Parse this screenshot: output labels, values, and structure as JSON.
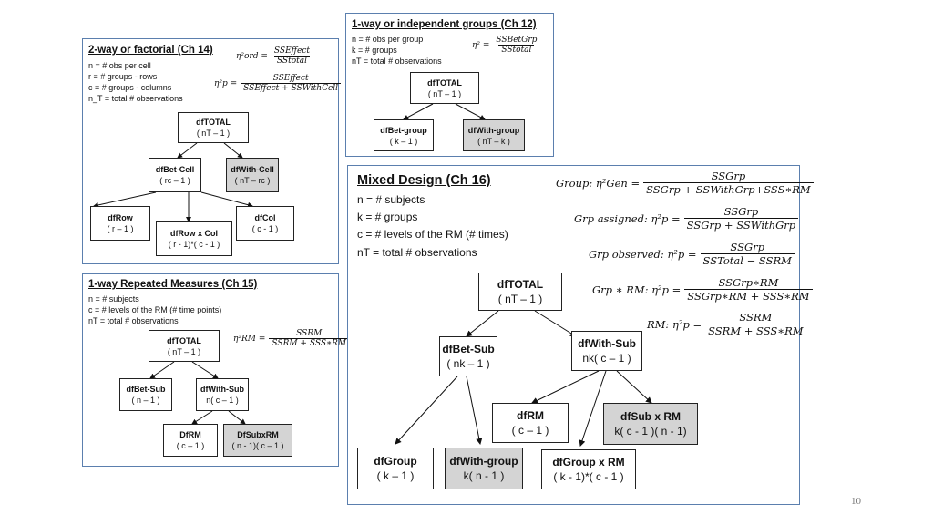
{
  "panel_factorial": {
    "title": "2-way or factorial (Ch 14)",
    "defs": [
      "n = # obs per cell",
      "r = # groups - rows",
      "c = # groups - columns",
      "n_T = total # observations"
    ],
    "eq1": {
      "lhs": "η²ord =",
      "num": "SSEffect",
      "den": "SStotal"
    },
    "eq2": {
      "lhs": "η²p =",
      "num": "SSEffect",
      "den": "SSEffect + SSWithCell"
    },
    "boxes": {
      "total": {
        "name": "dfTOTAL",
        "formula": "( nT – 1 )"
      },
      "betcell": {
        "name": "dfBet-Cell",
        "formula": "( rc – 1 )"
      },
      "withcell": {
        "name": "dfWith-Cell",
        "formula": "( nT – rc )"
      },
      "row": {
        "name": "dfRow",
        "formula": "( r – 1 )"
      },
      "rowcol": {
        "name": "dfRow x Col",
        "formula": "( r - 1)*( c - 1 )"
      },
      "col": {
        "name": "dfCol",
        "formula": "( c - 1 )"
      }
    }
  },
  "panel_oneway": {
    "title": "1-way or independent groups (Ch 12)",
    "defs": [
      "n = # obs per group",
      "k = # groups",
      "nT = total # observations"
    ],
    "eq1": {
      "lhs": "η² =",
      "num": "SSBetGrp",
      "den": "SStotal"
    },
    "boxes": {
      "total": {
        "name": "dfTOTAL",
        "formula": "( nT – 1 )"
      },
      "betgroup": {
        "name": "dfBet-group",
        "formula": "( k – 1 )"
      },
      "withgroup": {
        "name": "dfWith-group",
        "formula": "( nT – k )"
      }
    }
  },
  "panel_rm": {
    "title": "1-way Repeated Measures (Ch 15)",
    "defs": [
      "n = # subjects",
      "c = # levels of the RM (# time points)",
      "nT = total # observations"
    ],
    "eq1": {
      "lhs": "η²RM =",
      "num": "SSRM",
      "den": "SSRM + SSS∗RM"
    },
    "boxes": {
      "total": {
        "name": "dfTOTAL",
        "formula": "( nT – 1 )"
      },
      "betsub": {
        "name": "dfBet-Sub",
        "formula": "( n – 1 )"
      },
      "withsub": {
        "name": "dfWith-Sub",
        "formula": "n( c – 1 )"
      },
      "rm": {
        "name": "DfRM",
        "formula": "( c – 1 )"
      },
      "subxrm": {
        "name": "DfSubxRM",
        "formula": "( n - 1)( c – 1 )"
      }
    }
  },
  "panel_mixed": {
    "title": "Mixed Design (Ch 16)",
    "defs": [
      "n = # subjects",
      "k = # groups",
      "c = # levels of the RM (# times)",
      "nT = total # observations"
    ],
    "eqs": [
      {
        "lhs": "Group: η²Gen =",
        "num": "SSGrp",
        "den": "SSGrp + SSWithGrp+SSS∗RM"
      },
      {
        "lhs": "Grp assigned: η²p =",
        "num": "SSGrp",
        "den": "SSGrp + SSWithGrp"
      },
      {
        "lhs": "Grp observed: η²p =",
        "num": "SSGrp",
        "den": "SSTotal − SSRM"
      },
      {
        "lhs": "Grp ∗ RM: η²p =",
        "num": "SSGrp∗RM",
        "den": "SSGrp∗RM + SSS∗RM"
      },
      {
        "lhs": "RM: η²p =",
        "num": "SSRM",
        "den": "SSRM + SSS∗RM"
      }
    ],
    "boxes": {
      "total": {
        "name": "dfTOTAL",
        "formula": "( nT – 1 )"
      },
      "betsub": {
        "name": "dfBet-Sub",
        "formula": "( nk – 1 )"
      },
      "withsub": {
        "name": "dfWith-Sub",
        "formula": "nk( c – 1 )"
      },
      "group": {
        "name": "dfGroup",
        "formula": "( k – 1 )"
      },
      "withgroup": {
        "name": "dfWith-group",
        "formula": "k( n - 1 )"
      },
      "rm": {
        "name": "dfRM",
        "formula": "( c – 1 )"
      },
      "groupxrm": {
        "name": "dfGroup x RM",
        "formula": "( k - 1)*( c - 1 )"
      },
      "subxrm": {
        "name": "dfSub x RM",
        "formula": "k( c - 1 )( n - 1)"
      }
    }
  },
  "page_number": "10"
}
